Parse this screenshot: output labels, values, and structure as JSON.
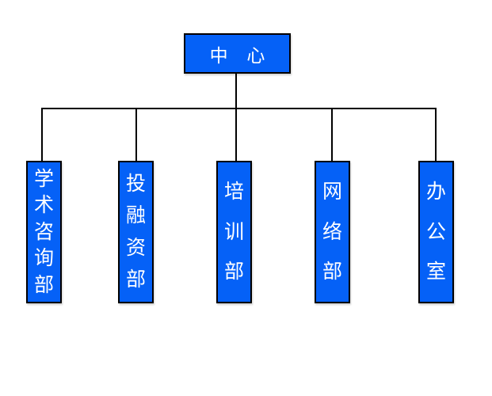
{
  "org_chart": {
    "root": {
      "label": "中 心"
    },
    "departments": [
      {
        "label": "学术咨询部"
      },
      {
        "label": "投融资部"
      },
      {
        "label": "培训部"
      },
      {
        "label": "网络部"
      },
      {
        "label": "办公室"
      }
    ],
    "colors": {
      "node_fill": "#0561f7",
      "node_border": "#000000",
      "node_text": "#ffffff",
      "connector": "#000000",
      "background": "#ffffff"
    }
  }
}
